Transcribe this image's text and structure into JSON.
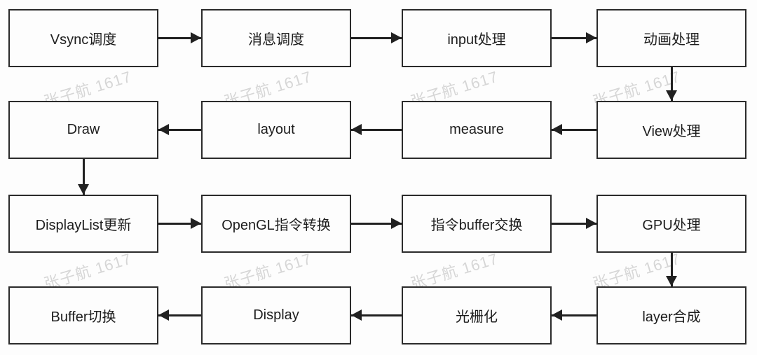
{
  "watermark": {
    "text": "张子航 1617"
  },
  "theme": {
    "background": "#fdfdfd",
    "box_bg": "#fdfdfd",
    "border_color": "#2b2b2b",
    "line_color": "#212121",
    "text_color": "#1d1d1d",
    "watermark_color": "#d6d6d6"
  },
  "rows": [
    {
      "cells": [
        {
          "id": "vsync-scheduling",
          "label": "Vsync调度"
        },
        {
          "id": "message-scheduling",
          "label": "消息调度"
        },
        {
          "id": "input-processing",
          "label": "input处理"
        },
        {
          "id": "animation-processing",
          "label": "动画处理"
        }
      ]
    },
    {
      "cells": [
        {
          "id": "draw",
          "label": "Draw"
        },
        {
          "id": "layout",
          "label": "layout"
        },
        {
          "id": "measure",
          "label": "measure"
        },
        {
          "id": "view-processing",
          "label": "View处理"
        }
      ]
    },
    {
      "cells": [
        {
          "id": "displaylist-update",
          "label": "DisplayList更新"
        },
        {
          "id": "opengl-command-convert",
          "label": "OpenGL指令转换"
        },
        {
          "id": "command-buffer-swap",
          "label": "指令buffer交换"
        },
        {
          "id": "gpu-processing",
          "label": "GPU处理"
        }
      ]
    },
    {
      "cells": [
        {
          "id": "buffer-swap",
          "label": "Buffer切换"
        },
        {
          "id": "display",
          "label": "Display"
        },
        {
          "id": "rasterize",
          "label": "光栅化"
        },
        {
          "id": "layer-compose",
          "label": "layer合成"
        }
      ]
    }
  ],
  "edges": [
    {
      "from": "vsync-scheduling",
      "to": "message-scheduling"
    },
    {
      "from": "message-scheduling",
      "to": "input-processing"
    },
    {
      "from": "input-processing",
      "to": "animation-processing"
    },
    {
      "from": "animation-processing",
      "to": "view-processing"
    },
    {
      "from": "view-processing",
      "to": "measure"
    },
    {
      "from": "measure",
      "to": "layout"
    },
    {
      "from": "layout",
      "to": "draw"
    },
    {
      "from": "draw",
      "to": "displaylist-update"
    },
    {
      "from": "displaylist-update",
      "to": "opengl-command-convert"
    },
    {
      "from": "opengl-command-convert",
      "to": "command-buffer-swap"
    },
    {
      "from": "command-buffer-swap",
      "to": "gpu-processing"
    },
    {
      "from": "gpu-processing",
      "to": "layer-compose"
    },
    {
      "from": "layer-compose",
      "to": "rasterize"
    },
    {
      "from": "rasterize",
      "to": "display"
    },
    {
      "from": "display",
      "to": "buffer-swap"
    }
  ]
}
